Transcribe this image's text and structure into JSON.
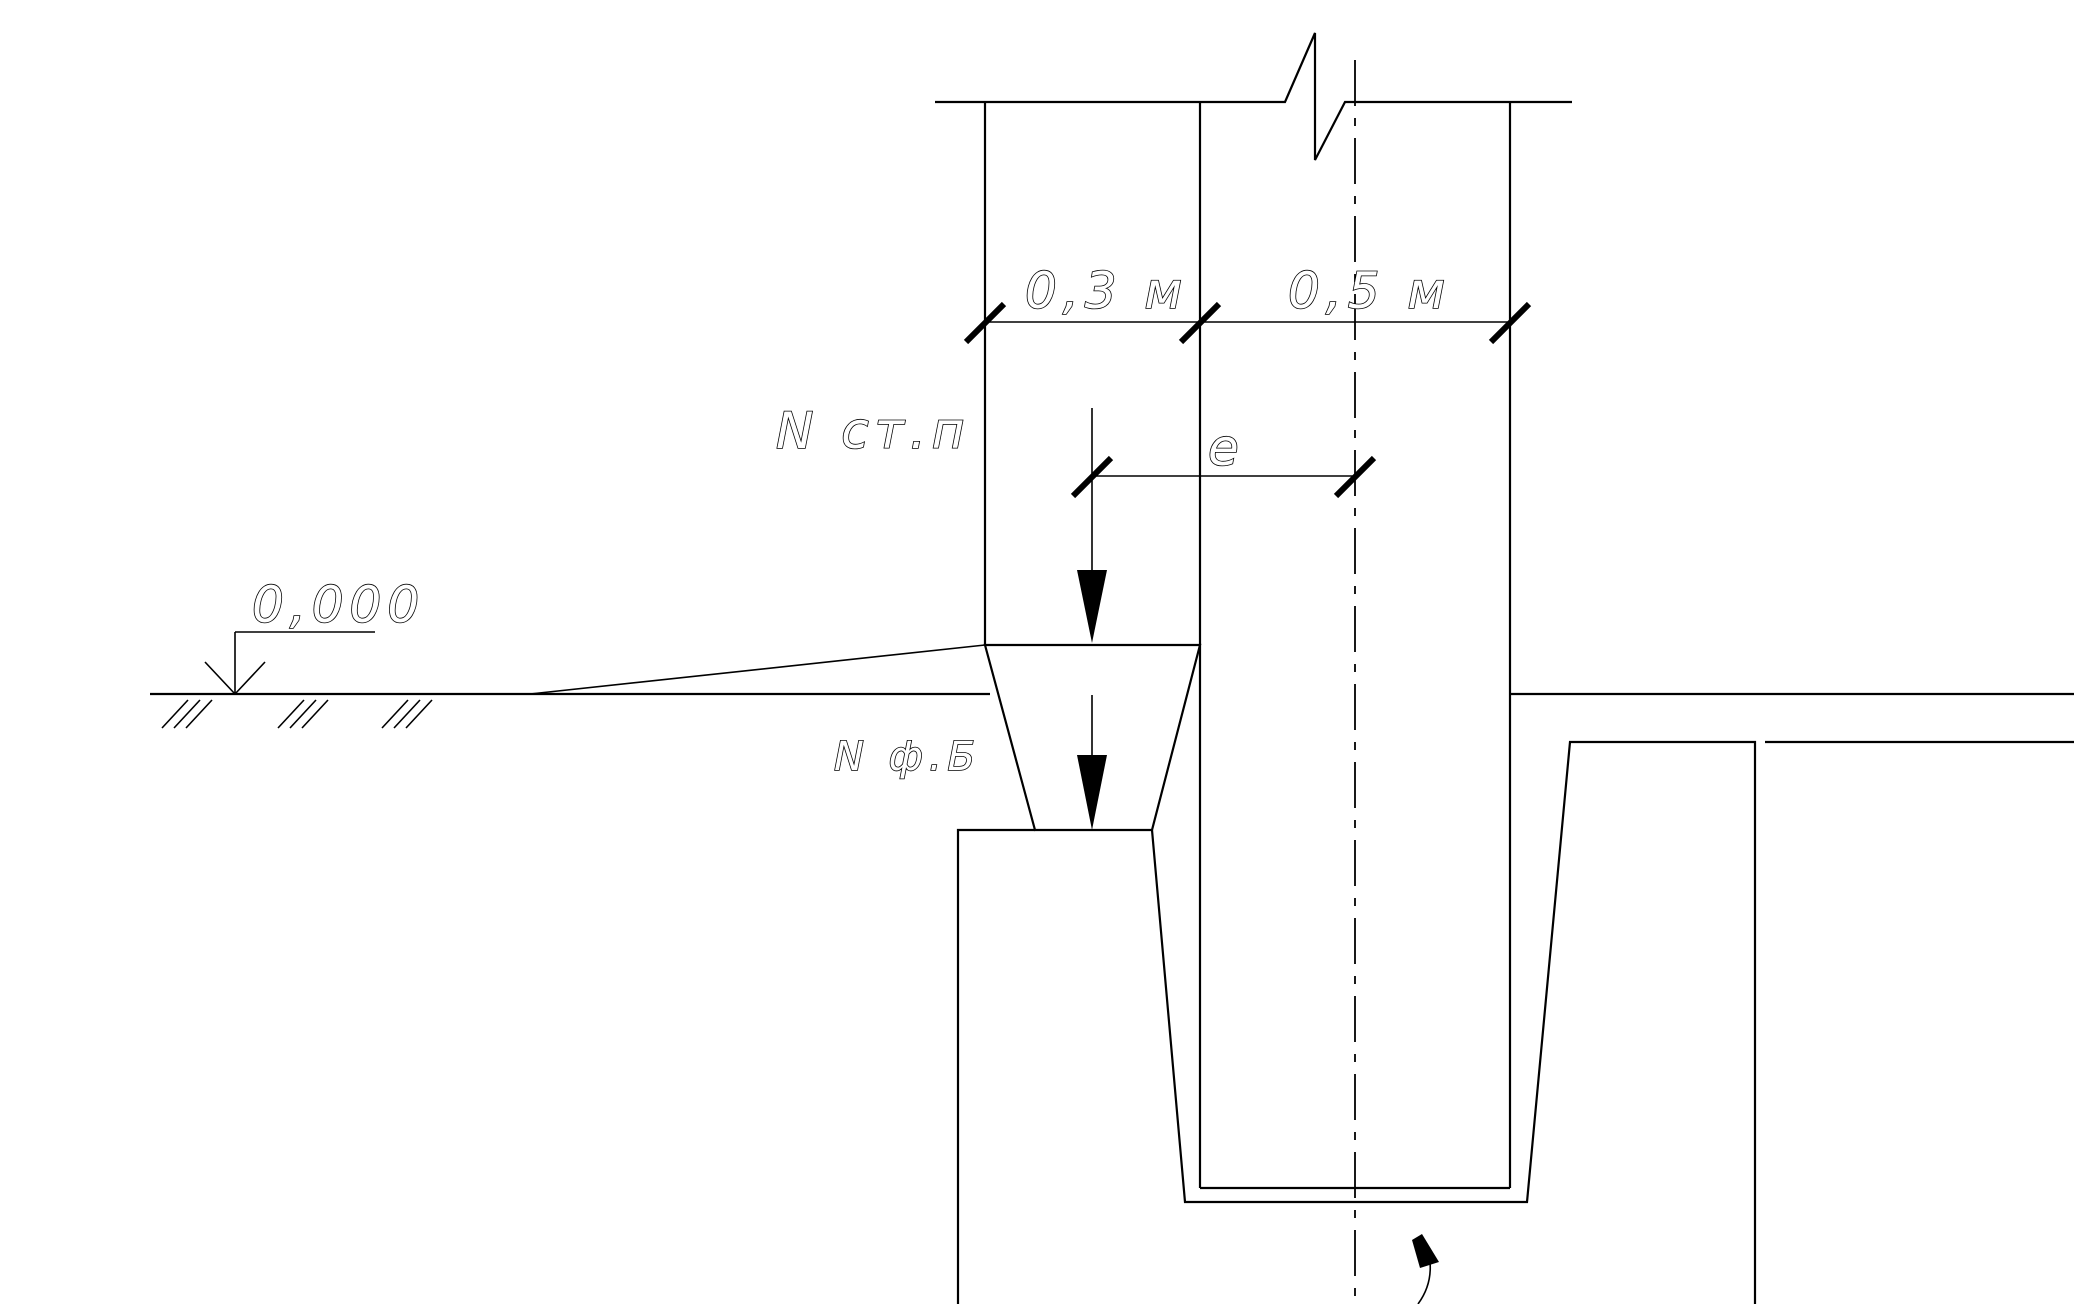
{
  "labels": {
    "ground_level": "0,000",
    "dim_wall": "0,3 м",
    "dim_column": "0,5 м",
    "eccentricity": "e",
    "load_wall_panel": "N ст.п",
    "load_foundation_beam": "N ф.Б"
  },
  "colors": {
    "line": "#000000",
    "background": "#ffffff"
  }
}
